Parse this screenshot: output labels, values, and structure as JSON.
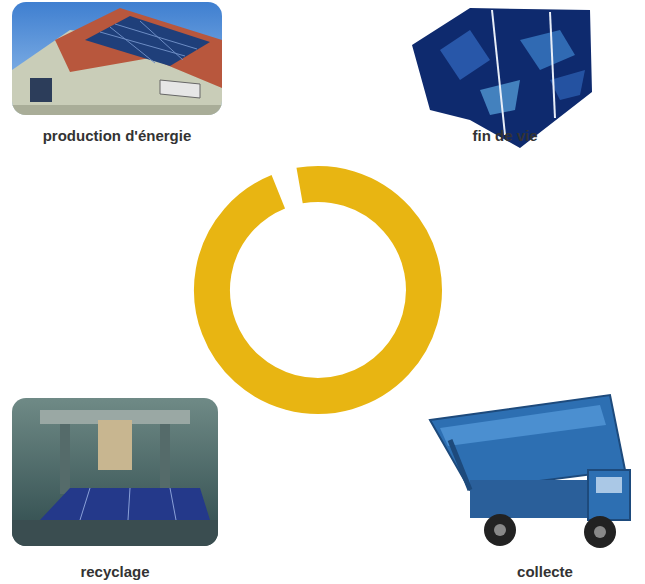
{
  "diagram": {
    "nodes": [
      {
        "text": [
          "production d'énergie"
        ]
      },
      {
        "text": [
          "fin de vie"
        ]
      },
      {
        "text": [
          "collecte"
        ]
      },
      {
        "text": [
          "recyclage"
        ]
      }
    ]
  }
}
